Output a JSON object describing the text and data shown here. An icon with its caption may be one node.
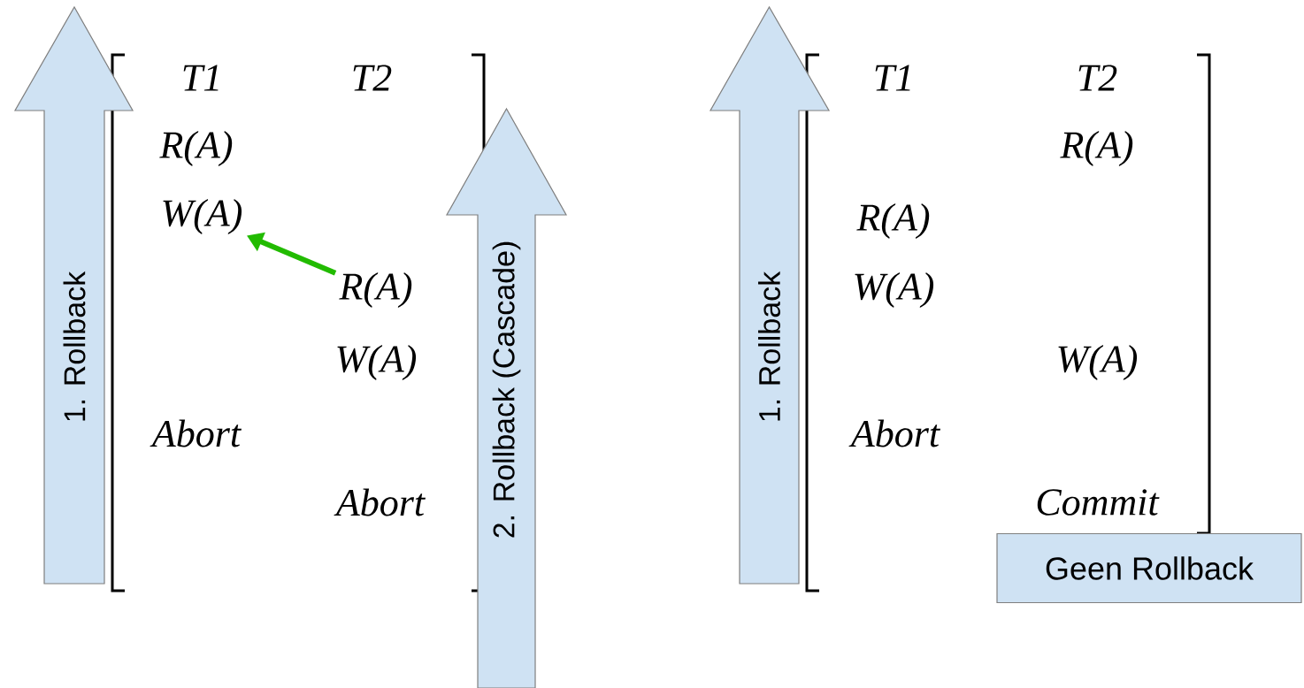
{
  "diagram": {
    "nodes": [
      {
        "text": [
          "1. Rollback"
        ]
      },
      {
        "text": [
          "W(A)"
        ]
      },
      {
        "text": [
          "R(A)"
        ]
      },
      {
        "text": [
          "2. Rollback (Cascade)"
        ]
      },
      {
        "text": [
          "1. Rollback"
        ]
      },
      {
        "text": [
          "Geen Rollback"
        ]
      }
    ],
    "edges": [
      {
        "from": 2,
        "to": 1,
        "arrow": "to",
        "color": "#22bb00"
      }
    ],
    "labels": [
      "T1",
      "T2",
      "R(A)",
      "W(A)",
      "Abort",
      "Abort",
      "T1",
      "T2",
      "R(A)",
      "R(A)",
      "W(A)",
      "W(A)",
      "Abort",
      "Commit"
    ]
  }
}
